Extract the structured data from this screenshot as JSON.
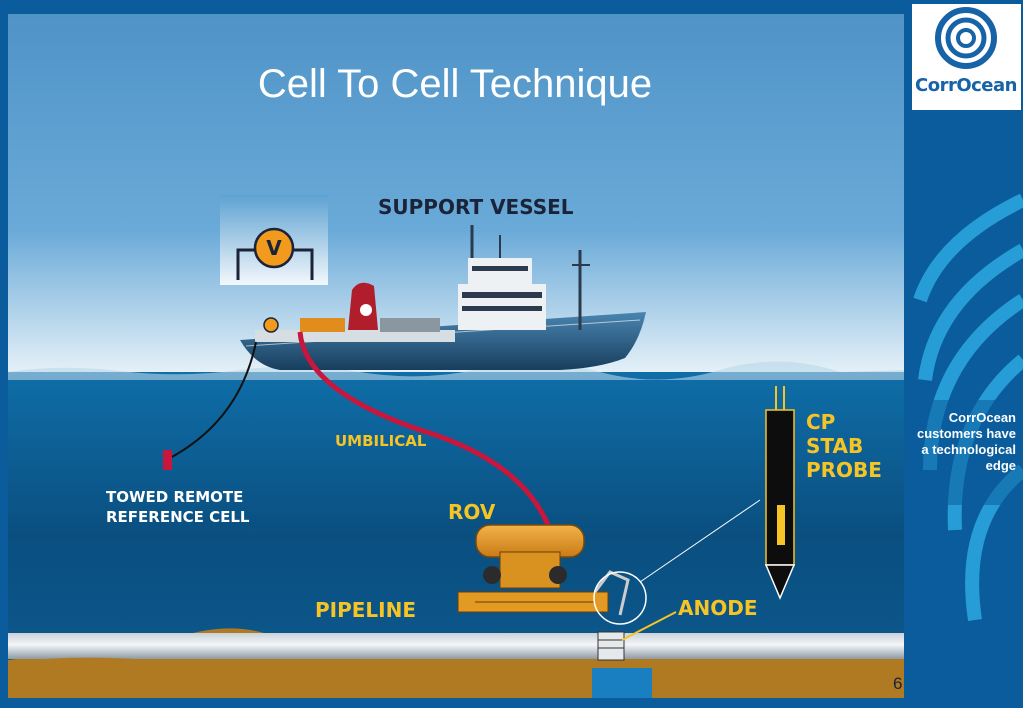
{
  "slide": {
    "title": "Cell To Cell Technique",
    "page_number": "6"
  },
  "logo": {
    "text": "CorrOcean"
  },
  "sidebar": {
    "tagline": "CorrOcean customers have a technological edge"
  },
  "diagram": {
    "labels": {
      "support_vessel": "SUPPORT VESSEL",
      "voltmeter": "V",
      "umbilical": "UMBILICAL",
      "towed_cell_line1": "TOWED REMOTE",
      "towed_cell_line2": "REFERENCE CELL",
      "rov": "ROV",
      "pipeline": "PIPELINE",
      "anode": "ANODE",
      "probe_line1": "CP",
      "probe_line2": "STAB",
      "probe_line3": "PROBE"
    }
  },
  "colors": {
    "frame": "#0b5c9c",
    "sky": "#5fa1d1",
    "sea": "#0d5585",
    "highlight": "#f6c425",
    "umbilical": "#c8163c",
    "seabed": "#b07a22"
  }
}
